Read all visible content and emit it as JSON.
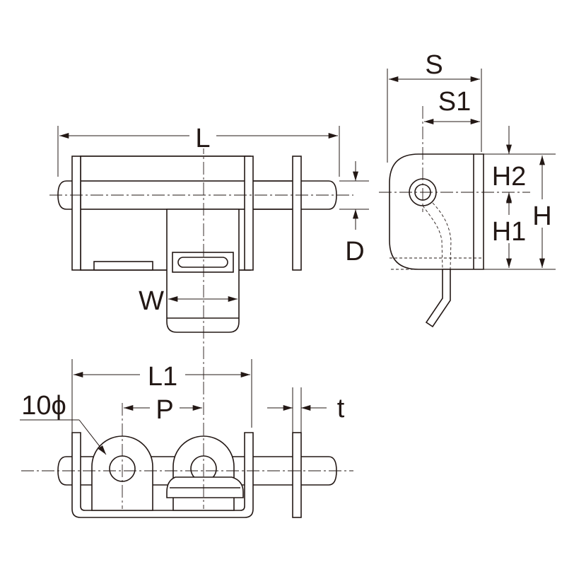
{
  "dimension_labels": {
    "L": "L",
    "D": "D",
    "W": "W",
    "S": "S",
    "S1": "S1",
    "H": "H",
    "H1": "H1",
    "H2": "H2",
    "L1": "L1",
    "P": "P",
    "t": "t",
    "hole_dia": "10ϕ"
  },
  "colors": {
    "line": "#231815",
    "background": "#ffffff"
  }
}
